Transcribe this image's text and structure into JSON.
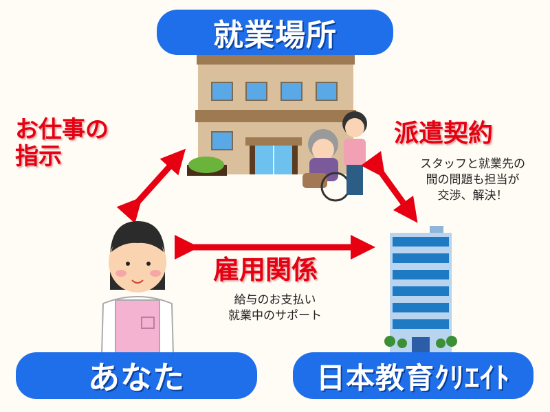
{
  "labels": {
    "workplace": "就業場所",
    "you": "あなた",
    "company": "日本教育ｸﾘｴｲﾄ"
  },
  "relations": {
    "work_instruction": {
      "line1": "お仕事の",
      "line2": "指示"
    },
    "dispatch_contract": {
      "title": "派遣契約",
      "notes": [
        "スタッフと就業先の",
        "間の問題も担当が",
        "交渉、解決！"
      ]
    },
    "employment": {
      "title": "雇用関係",
      "notes": [
        "給与のお支払い",
        "就業中のサポート"
      ]
    }
  },
  "colors": {
    "pill_blue": "#1f6fea",
    "arrow_red": "#e60012",
    "background": "#fffcf5"
  },
  "icons": {
    "workplace": "care-facility-building-icon",
    "you": "staff-woman-icon",
    "company": "office-building-icon"
  }
}
